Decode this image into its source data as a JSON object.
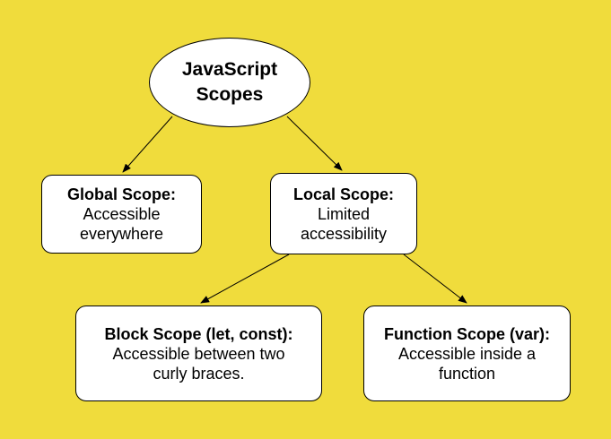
{
  "root": {
    "line1": "JavaScript",
    "line2": "Scopes"
  },
  "global_scope": {
    "title": "Global Scope:",
    "desc_line1": "Accessible",
    "desc_line2": "everywhere"
  },
  "local_scope": {
    "title": "Local Scope:",
    "desc_line1": "Limited",
    "desc_line2": "accessibility"
  },
  "block_scope": {
    "title": "Block Scope (let, const):",
    "desc_line1": "Accessible between two",
    "desc_line2": "curly braces."
  },
  "function_scope": {
    "title": "Function Scope (var):",
    "desc_line1": "Accessible inside a",
    "desc_line2": "function"
  },
  "colors": {
    "background": "#f0dc3c",
    "node_fill": "#ffffff",
    "stroke": "#000000"
  }
}
